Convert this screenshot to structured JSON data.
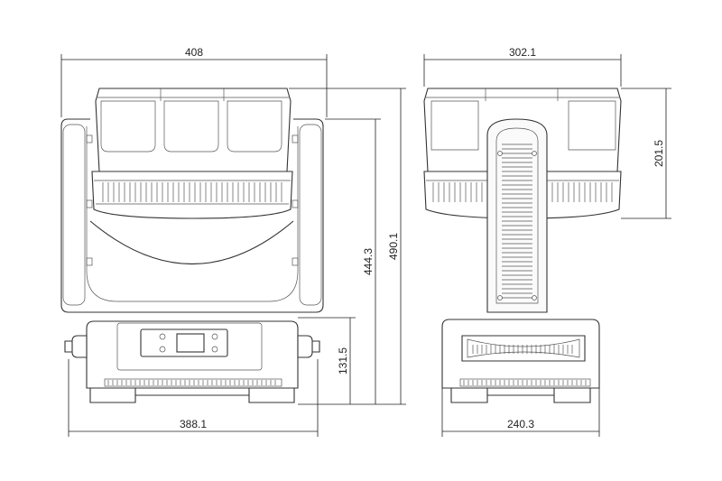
{
  "diagram": {
    "front_view": {
      "top_width_label": "408",
      "bottom_width_label": "388.1",
      "height_label": "490.1",
      "arm_height_label": "444.3",
      "base_height_label": "131.5"
    },
    "side_view": {
      "top_width_label": "302.1",
      "head_height_label": "201.5",
      "base_width_label": "240.3"
    }
  }
}
